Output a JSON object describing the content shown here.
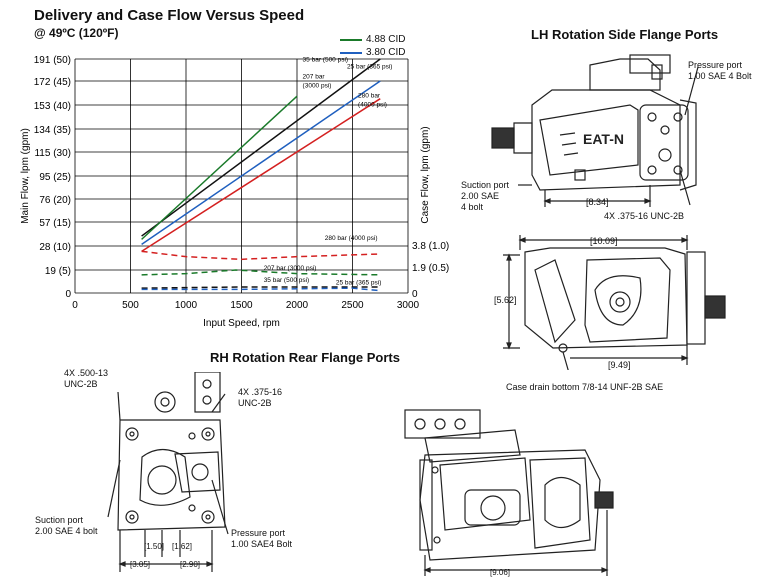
{
  "page": {
    "title": "Delivery and Case Flow Versus Speed",
    "subtitle": "@ 49ºC (120ºF)"
  },
  "legend": [
    {
      "label": "4.88 CID",
      "color": "#1a7a2a"
    },
    {
      "label": "3.80 CID",
      "color": "#1f5fbf"
    }
  ],
  "chart_data": {
    "type": "line",
    "title": "Delivery and Case Flow Versus Speed",
    "xlabel": "Input Speed, rpm",
    "ylabel": "Main Flow, lpm (gpm)",
    "y2label": "Case Flow, lpm (gpm)",
    "xlim": [
      0,
      3000
    ],
    "x_ticks": [
      "0",
      "500",
      "1000",
      "1500",
      "2000",
      "2500",
      "3000"
    ],
    "y_ticks": [
      "0",
      "19 (5)",
      "28 (10)",
      "57 (15)",
      "76 (20)",
      "95 (25)",
      "115 (30)",
      "134 (35)",
      "153 (40)",
      "172 (45)",
      "191 (50)"
    ],
    "y2_ticks": [
      "0",
      "1.9 (0.5)",
      "3.8 (1.0)"
    ],
    "grid": true,
    "series": [
      {
        "name": "35 bar (500 psi)",
        "color": "#111111",
        "x": [
          600,
          2750
        ],
        "y": [
          40,
          191
        ]
      },
      {
        "name": "207 bar (3000 psi)",
        "color": "#1a7a2a",
        "x": [
          600,
          2000
        ],
        "y": [
          36,
          160
        ]
      },
      {
        "name": "25 bar (365 psi)",
        "color": "#1f5fbf",
        "x": [
          600,
          2750
        ],
        "y": [
          30,
          172
        ]
      },
      {
        "name": "280 bar (4000 psi)",
        "color": "#d42020",
        "x": [
          600,
          2750
        ],
        "y": [
          26,
          158
        ]
      },
      {
        "name": "280 bar (4000 psi)",
        "color": "#d42020",
        "dashed": true,
        "case": true,
        "x": [
          600,
          1000,
          1500,
          2000,
          2750
        ],
        "y": [
          26,
          24,
          23,
          24,
          25
        ]
      },
      {
        "name": "207 bar (3000 psi)",
        "color": "#1a7a2a",
        "dashed": true,
        "case": true,
        "x": [
          600,
          1000,
          1450,
          2000,
          2750
        ],
        "y": [
          15,
          16,
          19,
          16,
          15
        ]
      },
      {
        "name": "35 bar (500 psi)",
        "color": "#111111",
        "dashed": true,
        "case": true,
        "x": [
          600,
          1500,
          2000,
          2750
        ],
        "y": [
          4,
          5,
          5,
          5
        ]
      },
      {
        "name": "25 bar (365 psi)",
        "color": "#1f5fbf",
        "dashed": true,
        "case": true,
        "x": [
          600,
          1500,
          2500,
          2750
        ],
        "y": [
          3,
          3,
          4,
          2
        ]
      }
    ],
    "annotations": [
      {
        "text": "35 bar (500 psi)",
        "x": 2050,
        "y": 189
      },
      {
        "text": "25 bar (365 psi)",
        "x": 2450,
        "y": 183
      },
      {
        "text": "207 bar",
        "x": 2050,
        "y": 174
      },
      {
        "text": "(3000 psi)",
        "x": 2050,
        "y": 167
      },
      {
        "text": "280 bar",
        "x": 2550,
        "y": 159
      },
      {
        "text": "(4000 psi)",
        "x": 2550,
        "y": 152
      },
      {
        "text": "280 bar (4000 psi)",
        "x": 2250,
        "y": 35
      },
      {
        "text": "207 bar (3000 psi)",
        "x": 1700,
        "y": 19
      },
      {
        "text": "35 bar (500 psi)",
        "x": 1700,
        "y": 9
      },
      {
        "text": "25 bar (365 psi)",
        "x": 2350,
        "y": 7
      }
    ]
  },
  "lh": {
    "title": "LH Rotation Side Flange Ports",
    "brand": "EAT-N",
    "pressure_port": [
      "Pressure port",
      "1.00 SAE 4 Bolt"
    ],
    "suction_port": [
      "Suction port",
      "2.00 SAE",
      "4 bolt"
    ],
    "dim_834": "[8.34]",
    "bolts": "4X .375-16 UNC-2B",
    "dim_1009": "[10.09]",
    "dim_562": "[5.62]",
    "dim_949": "[9.49]",
    "case_drain": "Case drain bottom 7/8-14 UNF-2B SAE"
  },
  "rh": {
    "title": "RH Rotation Rear Flange Ports",
    "bolts_500": [
      "4X .500-13",
      "UNC-2B"
    ],
    "bolts_375": [
      "4X .375-16",
      "UNC-2B"
    ],
    "suction_port": [
      "Suction port",
      "2.00 SAE 4 bolt"
    ],
    "pressure_port": [
      "Pressure port",
      "1.00 SAE4 Bolt"
    ],
    "dim_150": "[1.50]",
    "dim_162": "[1.62]",
    "dim_305": "[3.05]",
    "dim_290": "[2.90]"
  },
  "iso": {
    "dim_906": "[9.06]"
  }
}
